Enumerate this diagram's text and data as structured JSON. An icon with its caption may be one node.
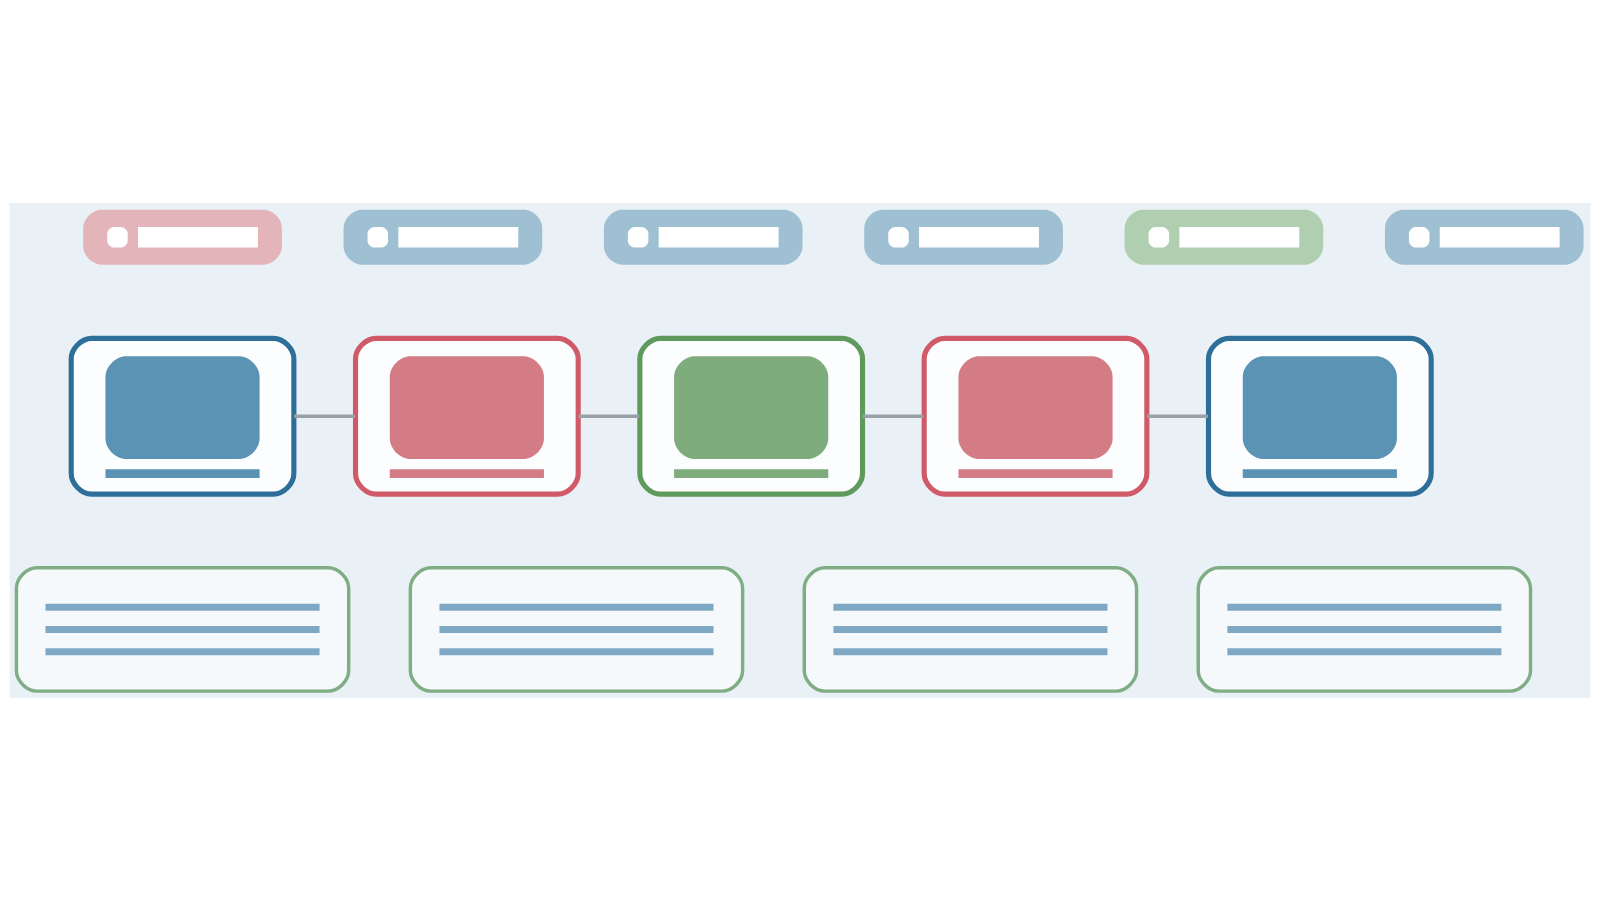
{
  "diagram": {
    "nodes": [
      {
        "text": [],
        "shape": "bar"
      },
      {
        "text": [],
        "shape": "bar"
      },
      {
        "text": [],
        "shape": "bar"
      },
      {
        "text": [],
        "shape": "bar"
      },
      {
        "text": [],
        "shape": "bar"
      },
      {
        "text": [],
        "shape": "bar"
      },
      {
        "text": [],
        "shape": "box"
      },
      {
        "text": [],
        "shape": "box"
      },
      {
        "text": [],
        "shape": "box"
      },
      {
        "text": [],
        "shape": "box"
      },
      {
        "text": [],
        "shape": "box"
      },
      {
        "text": [],
        "shape": "box"
      },
      {
        "text": [],
        "shape": "box"
      },
      {
        "text": [],
        "shape": "box"
      },
      {
        "text": [],
        "shape": "box"
      }
    ],
    "edges": [
      {
        "from": 6,
        "to": 7,
        "arrow": "none"
      },
      {
        "from": 7,
        "to": 8,
        "arrow": "none"
      },
      {
        "from": 8,
        "to": 9,
        "arrow": "none"
      },
      {
        "from": 9,
        "to": 10,
        "arrow": "none"
      }
    ]
  }
}
